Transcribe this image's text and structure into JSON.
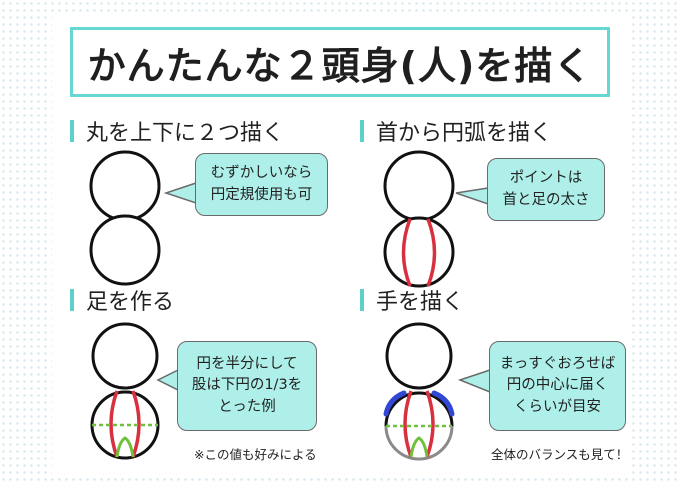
{
  "title": "かんたんな２頭身(人)を描く",
  "sections": [
    {
      "heading": "丸を上下に２つ描く",
      "bubble_lines": [
        "むずかしいなら",
        "円定規使用も可"
      ]
    },
    {
      "heading": "首から円弧を描く",
      "bubble_lines": [
        "ポイントは",
        "首と足の太さ"
      ]
    },
    {
      "heading": "足を作る",
      "bubble_lines": [
        "円を半分にして",
        "股は下円の1/3を",
        "とった例"
      ],
      "note": "※この値も好みによる"
    },
    {
      "heading": "手を描く",
      "bubble_lines": [
        "まっすぐおろせば",
        "円の中心に届く",
        "くらいが目安"
      ],
      "note": "全体のバランスも見て！"
    }
  ],
  "colors": {
    "accent_teal": "#5dd0cc",
    "bubble_fill": "#aef0e9",
    "neck_arc_red": "#d9303f",
    "leg_green": "#6fc03a",
    "arm_blue": "#3347d6"
  }
}
